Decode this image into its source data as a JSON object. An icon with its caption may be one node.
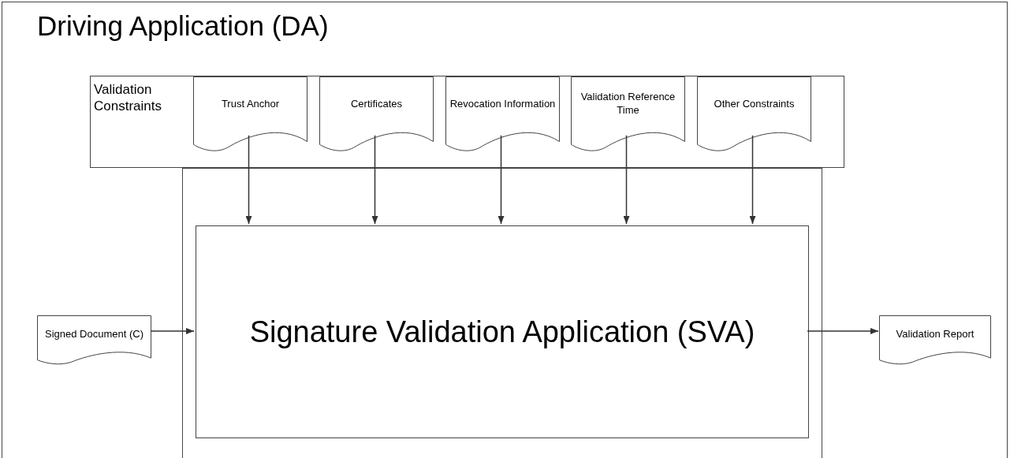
{
  "diagram": {
    "nodes": [
      {
        "text": [
          "Driving Application (DA)"
        ]
      },
      {
        "text": [
          "Validation Constraints"
        ],
        "in": 0
      },
      {
        "text": [
          "Trust Anchor"
        ],
        "in": 1
      },
      {
        "text": [
          "Certificates"
        ],
        "in": 1
      },
      {
        "text": [
          "Revocation Information"
        ],
        "in": 1
      },
      {
        "text": [
          "Validation Reference Time"
        ],
        "in": 1
      },
      {
        "text": [
          "Other Constraints"
        ],
        "in": 1
      },
      {
        "text": [],
        "shape": "box",
        "in": 0
      },
      {
        "text": [
          "Signature Validation Application (SVA)"
        ],
        "in": 7
      },
      {
        "text": [
          "Signed Document (C)"
        ],
        "in": 0
      },
      {
        "text": [
          "Validation Report"
        ],
        "in": 0
      }
    ],
    "edges": [
      {
        "from": 2,
        "to": 8,
        "arrow": "to"
      },
      {
        "from": 3,
        "to": 8,
        "arrow": "to"
      },
      {
        "from": 4,
        "to": 8,
        "arrow": "to"
      },
      {
        "from": 5,
        "to": 8,
        "arrow": "to"
      },
      {
        "from": 6,
        "to": 8,
        "arrow": "to"
      },
      {
        "from": 9,
        "to": 8,
        "arrow": "to"
      },
      {
        "from": 8,
        "to": 10,
        "arrow": "to"
      }
    ]
  }
}
